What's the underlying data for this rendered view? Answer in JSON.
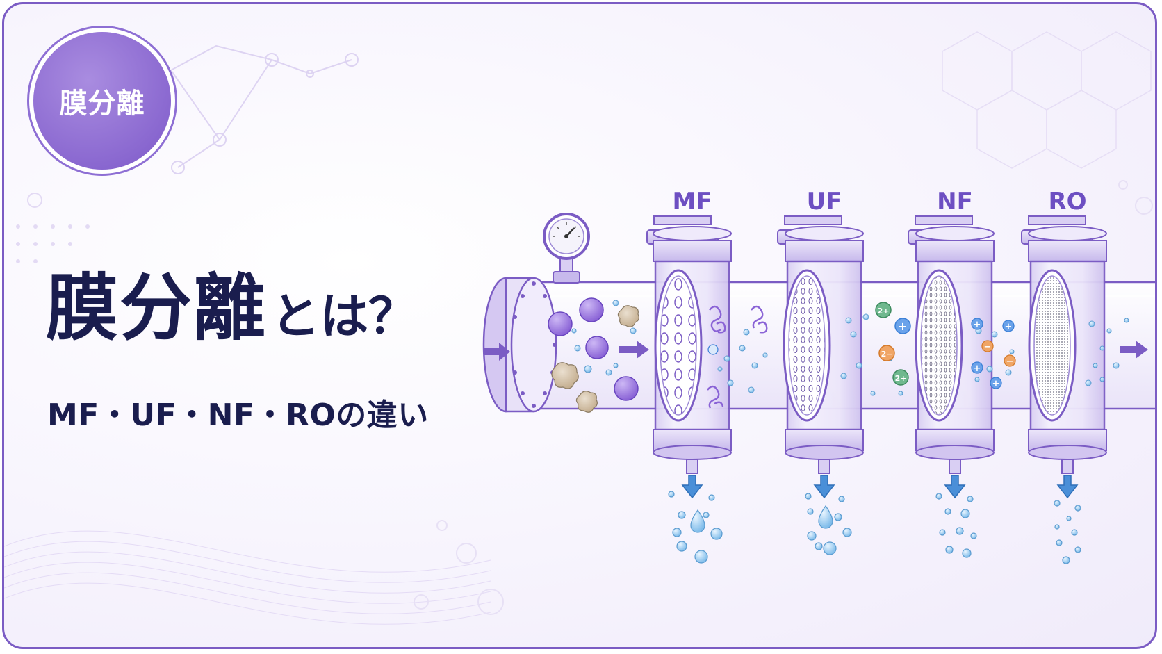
{
  "badge": {
    "label": "膜分離"
  },
  "title": {
    "main": "膜分離",
    "suffix": "とは？"
  },
  "subtitle": "MF・UF・NF・ROの違い",
  "stages": [
    {
      "id": "mf",
      "label": "MF"
    },
    {
      "id": "uf",
      "label": "UF"
    },
    {
      "id": "nf",
      "label": "NF"
    },
    {
      "id": "ro",
      "label": "RO"
    }
  ],
  "ions": {
    "divalent_pos": "2+",
    "divalent_neg": "2−",
    "plus": "+",
    "minus": "−"
  },
  "colors": {
    "accent": "#7b5cc4",
    "title": "#1a1d4e",
    "water": "#5aa7e0",
    "ion_green": "#4a9a6e",
    "ion_orange": "#e08a3c",
    "ion_blue": "#3b7fd6"
  }
}
